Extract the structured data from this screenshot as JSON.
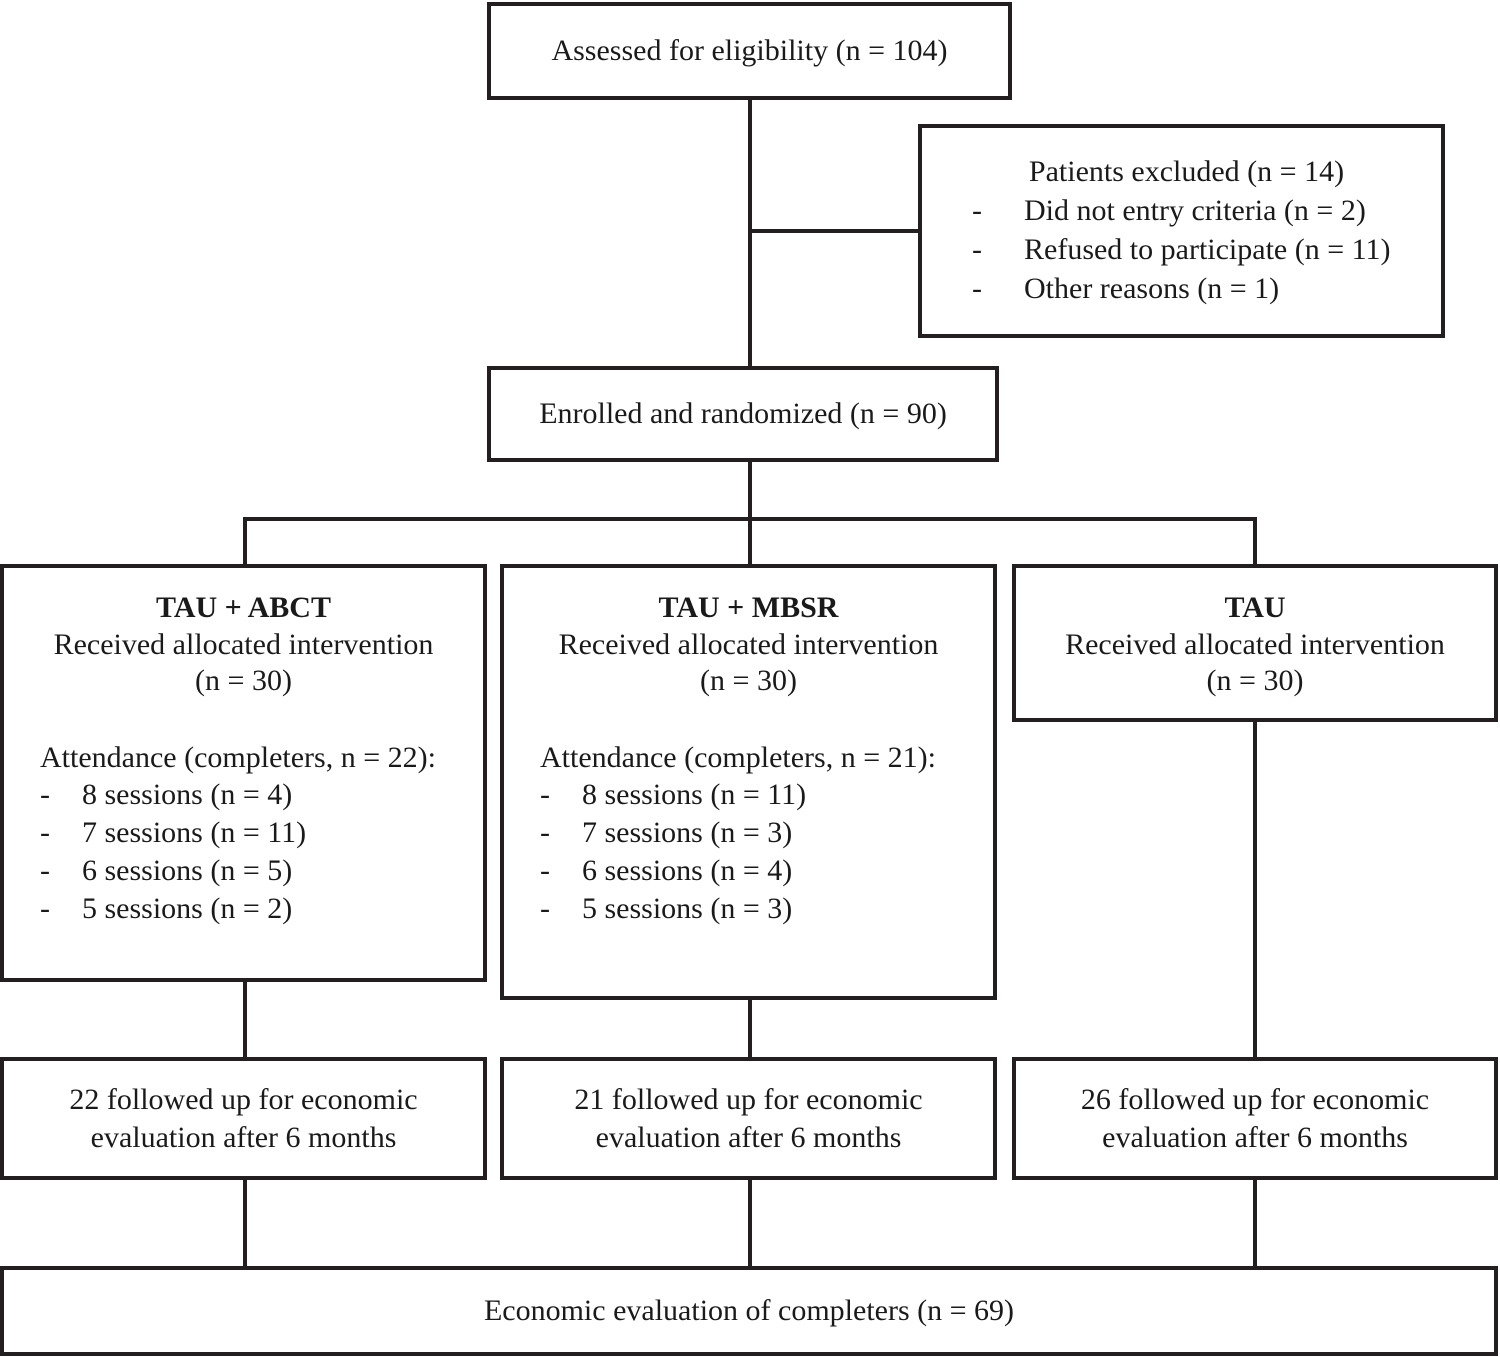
{
  "diagram": {
    "type": "CONSORT participant flow diagram",
    "nodes": {
      "assessed": {
        "label": "Assessed for eligibility (n = 104)"
      },
      "excluded": {
        "title": "Patients excluded (n = 14)",
        "dash": "-",
        "reasons": [
          "Did not entry criteria (n = 2)",
          "Refused to participate (n = 11)",
          "Other reasons (n = 1)"
        ]
      },
      "enrolled": {
        "label": "Enrolled and randomized (n = 90)"
      },
      "arm_abct": {
        "heading": "TAU + ABCT",
        "line1": "Received allocated intervention",
        "line2": "(n = 30)",
        "attendance_title": "Attendance (completers, n = 22):",
        "dash": "-",
        "attendance": [
          "8 sessions (n = 4)",
          "7 sessions (n = 11)",
          "6 sessions (n = 5)",
          "5 sessions (n = 2)"
        ]
      },
      "arm_mbsr": {
        "heading": "TAU + MBSR",
        "line1": "Received allocated intervention",
        "line2": "(n = 30)",
        "attendance_title": "Attendance (completers, n = 21):",
        "dash": "-",
        "attendance": [
          "8 sessions (n = 11)",
          "7 sessions (n = 3)",
          "6 sessions (n = 4)",
          "5 sessions (n = 3)"
        ]
      },
      "arm_tau": {
        "heading": "TAU",
        "line1": "Received allocated intervention",
        "line2": "(n = 30)"
      },
      "followup_abct": {
        "line1": "22 followed up for economic",
        "line2": "evaluation after 6 months"
      },
      "followup_mbsr": {
        "line1": "21 followed up for economic",
        "line2": "evaluation after 6 months"
      },
      "followup_tau": {
        "line1": "26 followed up for economic",
        "line2": "evaluation after 6 months"
      },
      "final": {
        "label": "Economic evaluation of completers (n = 69)"
      }
    },
    "colors": {
      "border": "#231f20",
      "background": "#ffffff",
      "text": "#1a1a1a"
    }
  }
}
